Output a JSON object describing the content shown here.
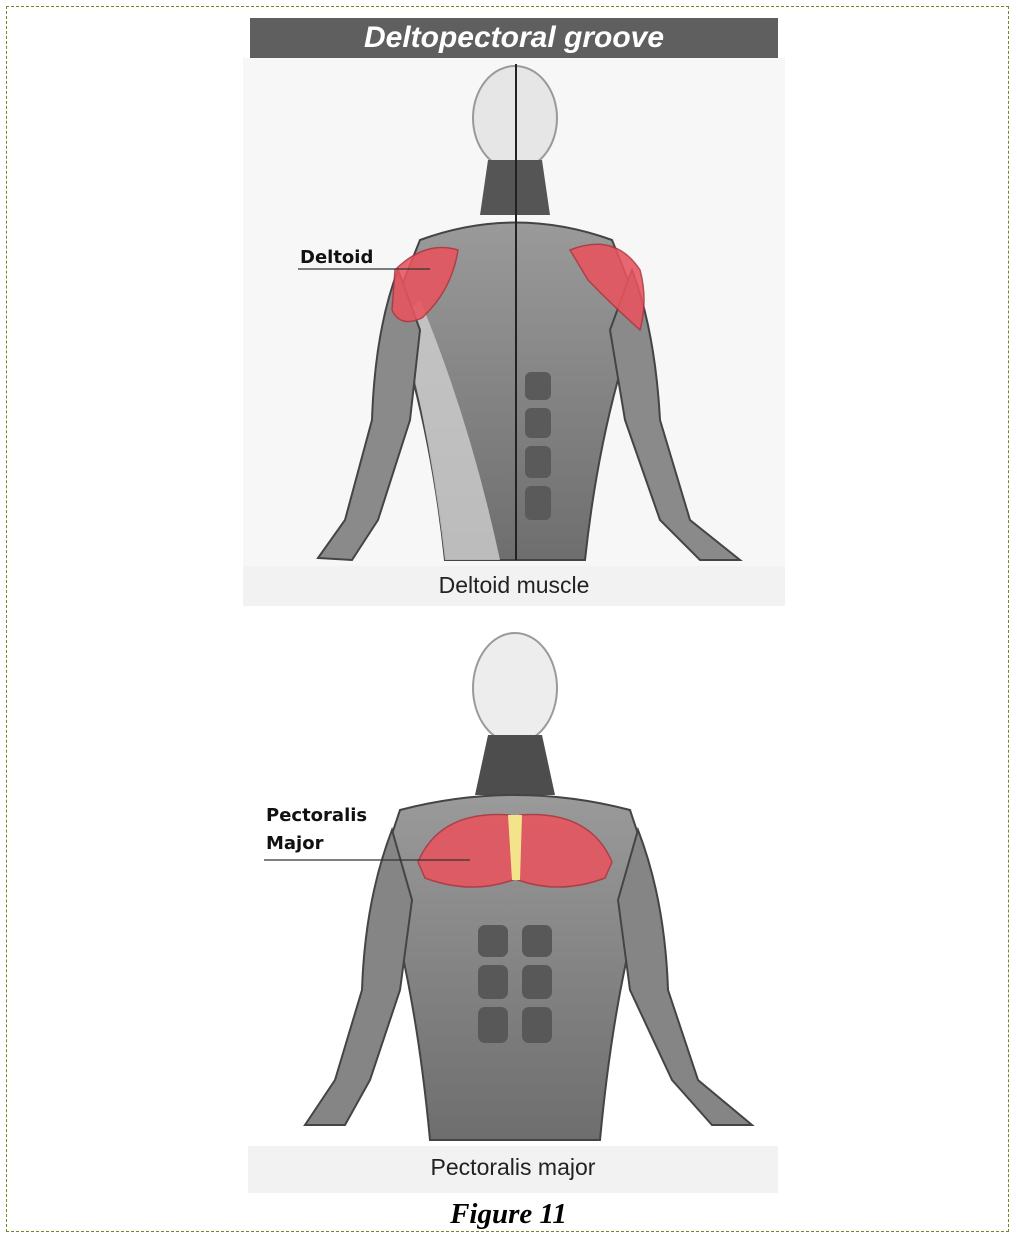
{
  "title": "Deltopectoral groove",
  "top_figure": {
    "label": "Deltoid",
    "caption": "Deltoid muscle"
  },
  "bottom_figure": {
    "label_line1": "Pectoralis",
    "label_line2": "Major",
    "caption": "Pectoralis major"
  },
  "figure_number": "Figure 11",
  "colors": {
    "title_bg": "#5f5f5f",
    "highlight_muscle": "#e8545e",
    "border": "#6b8e23"
  }
}
